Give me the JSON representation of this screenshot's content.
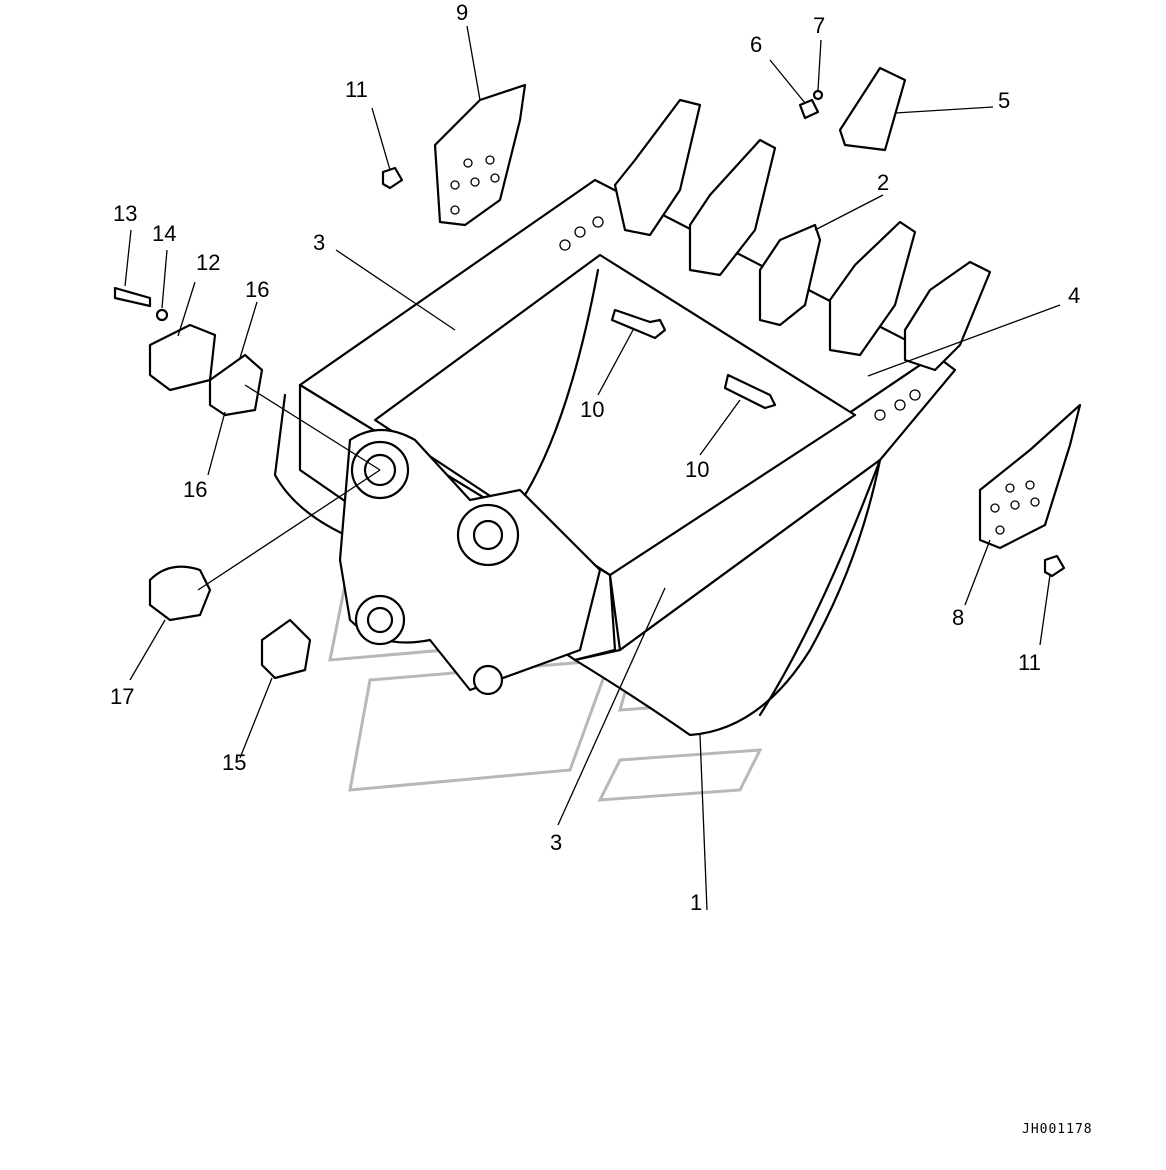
{
  "diagram": {
    "callouts": [
      {
        "id": "c1",
        "text": "1"
      },
      {
        "id": "c2",
        "text": "2"
      },
      {
        "id": "c3a",
        "text": "3"
      },
      {
        "id": "c3b",
        "text": "3"
      },
      {
        "id": "c4",
        "text": "4"
      },
      {
        "id": "c5",
        "text": "5"
      },
      {
        "id": "c6",
        "text": "6"
      },
      {
        "id": "c7",
        "text": "7"
      },
      {
        "id": "c8",
        "text": "8"
      },
      {
        "id": "c9",
        "text": "9"
      },
      {
        "id": "c10a",
        "text": "10"
      },
      {
        "id": "c10b",
        "text": "10"
      },
      {
        "id": "c11a",
        "text": "11"
      },
      {
        "id": "c11b",
        "text": "11"
      },
      {
        "id": "c12",
        "text": "12"
      },
      {
        "id": "c13",
        "text": "13"
      },
      {
        "id": "c14",
        "text": "14"
      },
      {
        "id": "c15",
        "text": "15"
      },
      {
        "id": "c16a",
        "text": "16"
      },
      {
        "id": "c16b",
        "text": "16"
      },
      {
        "id": "c17",
        "text": "17"
      }
    ],
    "drawing_code": "JH001178"
  }
}
